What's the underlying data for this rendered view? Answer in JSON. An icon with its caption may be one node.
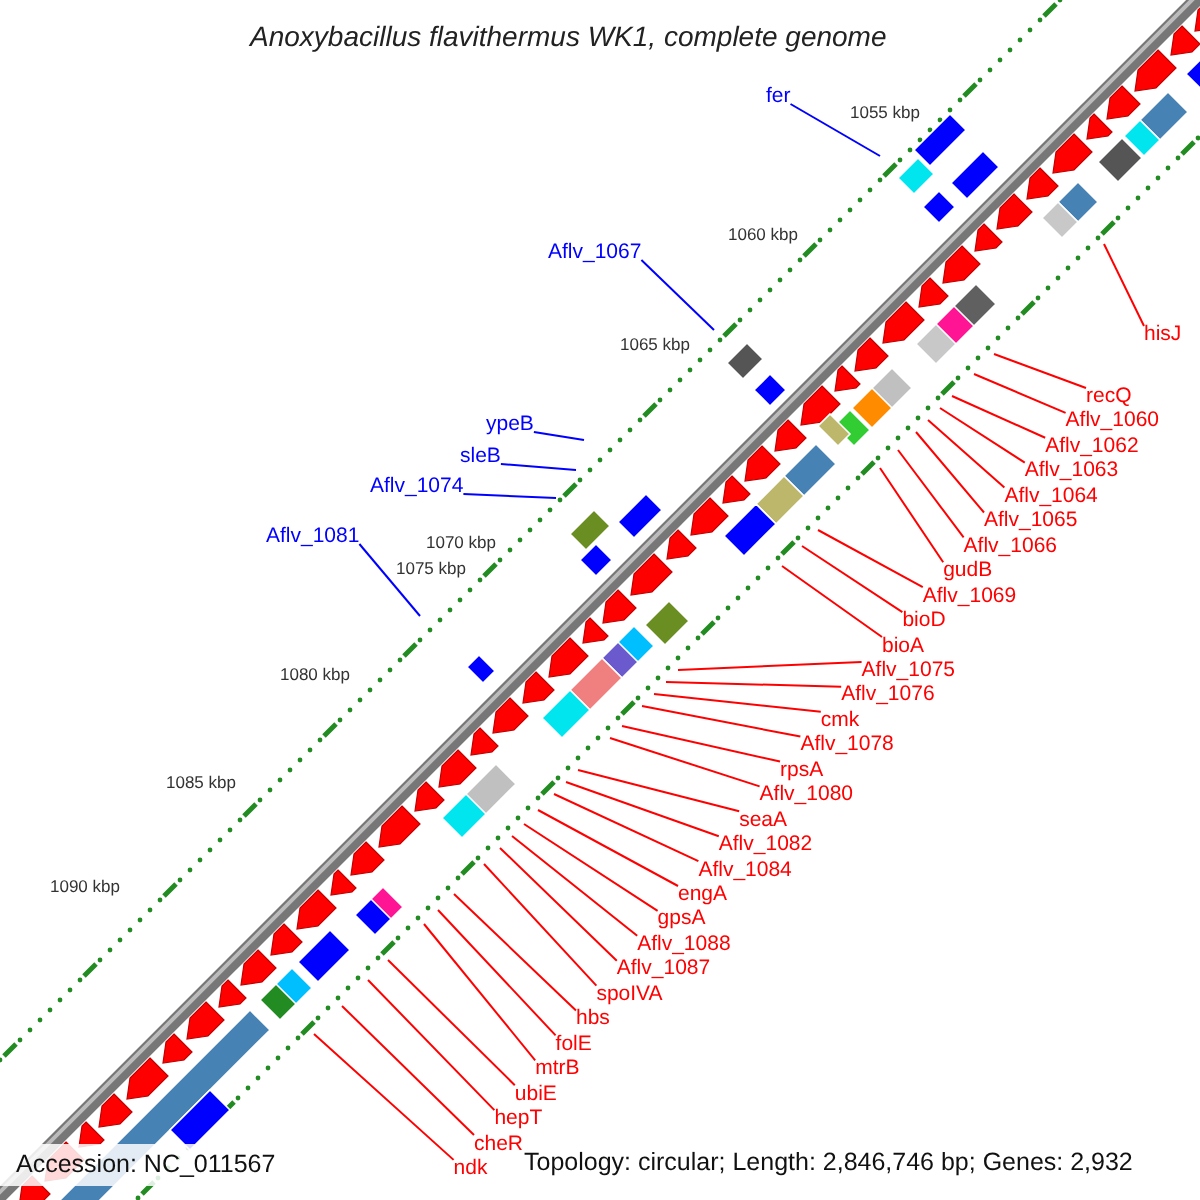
{
  "diagram": {
    "title": "Anoxybacillus flavithermus WK1, complete genome",
    "nodes": [
      {
        "text": [
          "fer"
        ]
      },
      {
        "text": [
          "Aflv_1067"
        ]
      },
      {
        "text": [
          "ypeB"
        ]
      },
      {
        "text": [
          "sleB"
        ]
      },
      {
        "text": [
          "Aflv_1074"
        ]
      },
      {
        "text": [
          "Aflv_1081"
        ]
      },
      {
        "text": [
          "hisJ"
        ]
      },
      {
        "text": [
          "recQ"
        ]
      },
      {
        "text": [
          "Aflv_1060"
        ]
      },
      {
        "text": [
          "Aflv_1062"
        ]
      },
      {
        "text": [
          "Aflv_1063"
        ]
      },
      {
        "text": [
          "Aflv_1064"
        ]
      },
      {
        "text": [
          "Aflv_1065"
        ]
      },
      {
        "text": [
          "Aflv_1066"
        ]
      },
      {
        "text": [
          "gudB"
        ]
      },
      {
        "text": [
          "Aflv_1069"
        ]
      },
      {
        "text": [
          "bioD"
        ]
      },
      {
        "text": [
          "bioA"
        ]
      },
      {
        "text": [
          "Aflv_1075"
        ]
      },
      {
        "text": [
          "Aflv_1076"
        ]
      },
      {
        "text": [
          "cmk"
        ]
      },
      {
        "text": [
          "Aflv_1078"
        ]
      },
      {
        "text": [
          "rpsA"
        ]
      },
      {
        "text": [
          "Aflv_1080"
        ]
      },
      {
        "text": [
          "seaA"
        ]
      },
      {
        "text": [
          "Aflv_1082"
        ]
      },
      {
        "text": [
          "Aflv_1084"
        ]
      },
      {
        "text": [
          "engA"
        ]
      },
      {
        "text": [
          "gpsA"
        ]
      },
      {
        "text": [
          "Aflv_1088"
        ]
      },
      {
        "text": [
          "Aflv_1087"
        ]
      },
      {
        "text": [
          "spoIVA"
        ]
      },
      {
        "text": [
          "hbs"
        ]
      },
      {
        "text": [
          "folE"
        ]
      },
      {
        "text": [
          "mtrB"
        ]
      },
      {
        "text": [
          "ubiE"
        ]
      },
      {
        "text": [
          "hepT"
        ]
      },
      {
        "text": [
          "cheR"
        ]
      },
      {
        "text": [
          "ndk"
        ]
      }
    ],
    "edges": [
      {
        "from": 0,
        "to": null,
        "arrow": "none",
        "color": "#0000ff"
      },
      {
        "from": 1,
        "to": null,
        "arrow": "none",
        "color": "#0000ff"
      },
      {
        "from": 2,
        "to": null,
        "arrow": "none",
        "color": "#0000ff"
      },
      {
        "from": 3,
        "to": null,
        "arrow": "none",
        "color": "#0000ff"
      },
      {
        "from": 4,
        "to": null,
        "arrow": "none",
        "color": "#0000ff"
      },
      {
        "from": 5,
        "to": null,
        "arrow": "none",
        "color": "#0000ff"
      },
      {
        "from": 6,
        "to": null,
        "arrow": "none"
      },
      {
        "from": 7,
        "to": null,
        "arrow": "none"
      },
      {
        "from": 8,
        "to": null,
        "arrow": "none"
      },
      {
        "from": 9,
        "to": null,
        "arrow": "none"
      },
      {
        "from": 10,
        "to": null,
        "arrow": "none"
      },
      {
        "from": 11,
        "to": null,
        "arrow": "none"
      },
      {
        "from": 12,
        "to": null,
        "arrow": "none"
      },
      {
        "from": 13,
        "to": null,
        "arrow": "none"
      },
      {
        "from": 14,
        "to": null,
        "arrow": "none"
      },
      {
        "from": 15,
        "to": null,
        "arrow": "none"
      },
      {
        "from": 16,
        "to": null,
        "arrow": "none"
      },
      {
        "from": 17,
        "to": null,
        "arrow": "none"
      },
      {
        "from": 18,
        "to": null,
        "arrow": "none"
      },
      {
        "from": 19,
        "to": null,
        "arrow": "none"
      },
      {
        "from": 20,
        "to": null,
        "arrow": "none"
      },
      {
        "from": 21,
        "to": null,
        "arrow": "none"
      },
      {
        "from": 22,
        "to": null,
        "arrow": "none"
      },
      {
        "from": 23,
        "to": null,
        "arrow": "none"
      },
      {
        "from": 24,
        "to": null,
        "arrow": "none"
      },
      {
        "from": 25,
        "to": null,
        "arrow": "none"
      },
      {
        "from": 26,
        "to": null,
        "arrow": "none"
      },
      {
        "from": 27,
        "to": null,
        "arrow": "none"
      },
      {
        "from": 28,
        "to": null,
        "arrow": "none"
      },
      {
        "from": 29,
        "to": null,
        "arrow": "none"
      },
      {
        "from": 30,
        "to": null,
        "arrow": "none"
      },
      {
        "from": 31,
        "to": null,
        "arrow": "none"
      },
      {
        "from": 32,
        "to": null,
        "arrow": "none"
      },
      {
        "from": 33,
        "to": null,
        "arrow": "none"
      },
      {
        "from": 34,
        "to": null,
        "arrow": "none"
      },
      {
        "from": 35,
        "to": null,
        "arrow": "none"
      },
      {
        "from": 36,
        "to": null,
        "arrow": "none"
      },
      {
        "from": 37,
        "to": null,
        "arrow": "none"
      },
      {
        "from": 38,
        "to": null,
        "arrow": "none"
      }
    ],
    "labels": [
      "1055 kbp",
      "1060 kbp",
      "1065 kbp",
      "1070 kbp",
      "1075 kbp",
      "1080 kbp",
      "1085 kbp",
      "1090 kbp",
      "Accession: NC_011567",
      "Topology: circular; Length: 2,846,746 bp; Genes: 2,932"
    ]
  }
}
